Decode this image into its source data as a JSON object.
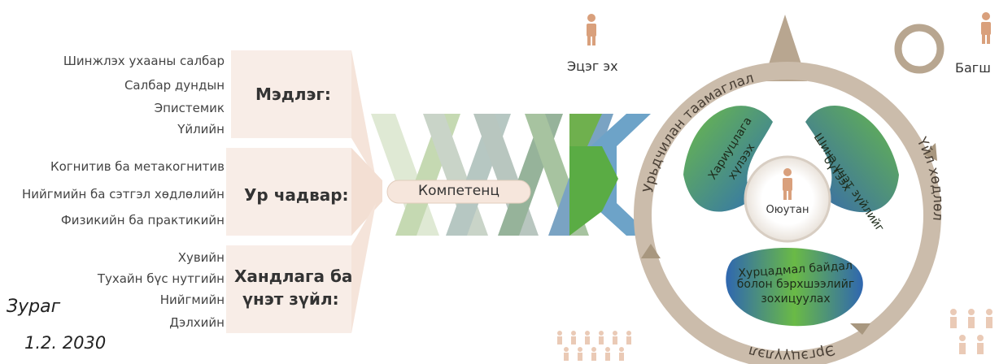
{
  "left": {
    "knowledge": {
      "title": "Мэдлэг:",
      "items": [
        "Шинжлэх ухааны салбар",
        "Салбар дундын",
        "Эпистемик",
        "Үйлийн"
      ]
    },
    "skills": {
      "title": "Ур чадвар:",
      "items": [
        "Когнитив ба метакогнитив",
        "Нийгмийн ба сэтгэл хөдлөлийн",
        "Физикийн ба практикийн"
      ]
    },
    "attitudes": {
      "title_line1": "Хандлага ба",
      "title_line2": "үнэт зүйл:",
      "items": [
        "Хувийн",
        "Тухайн бүс нутгийн",
        "Нийгмийн",
        "Дэлхийн"
      ]
    }
  },
  "caption": {
    "line1": "Зураг",
    "line2": "1.2. 2030"
  },
  "center": {
    "label": "Компетенц"
  },
  "people": {
    "parents": "Эцэг эх",
    "teacher": "Багш"
  },
  "compass": {
    "center_label": "Оюутан",
    "arc_top": "Урьдчилан таамаглал",
    "arc_right": "Үйл хөдлөл",
    "arc_bottom": "Эргэцүүлэл",
    "blade_left": [
      "Хариуцлага",
      "хүлээх"
    ],
    "blade_right": [
      "Шинэ үнэт зүйлийг",
      "бүтээх"
    ],
    "blade_bottom": [
      "Хурцадмал байдал",
      "болон бэрхшээлийг",
      "зохицуулах"
    ]
  },
  "colors": {
    "bracket": "#f7ece6",
    "ring": "#c8b8a6",
    "green": "#5fb04b",
    "blue": "#3e78b4",
    "person": "#d9a07c"
  }
}
